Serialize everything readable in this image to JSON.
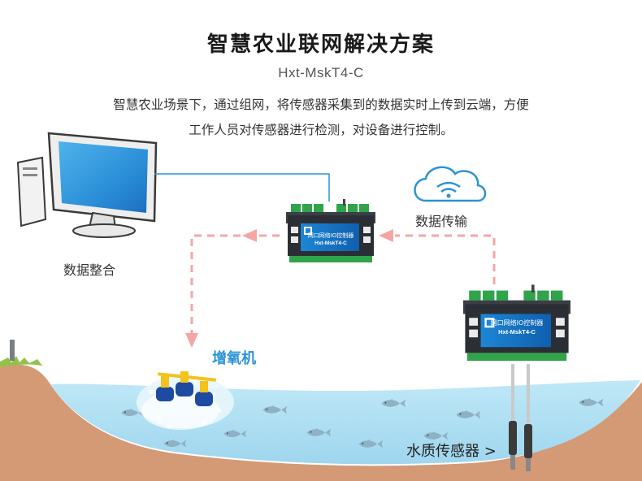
{
  "header": {
    "title": "智慧农业联网解决方案",
    "subtitle": "Hxt-MskT4-C",
    "description_line1": "智慧农业场景下，通过组网，将传感器采集到的数据实时上传到云端，方便",
    "description_line2": "工作人员对传感器进行检测，对设备进行控制。"
  },
  "labels": {
    "data_integration": "数据整合",
    "data_transfer": "数据传输",
    "aerator": "增氧机",
    "water_sensor": "水质传感器 >"
  },
  "devices": {
    "controller_name": "网口网络IO控制器",
    "controller_model": "Hxt-MskT4-C"
  },
  "colors": {
    "arrow": "#f4a6a6",
    "water": "#aee0f3",
    "ground": "#d49a75",
    "grass": "#93c24b",
    "accent_blue": "#2a93d5",
    "device_body": "#2b2f35",
    "device_panel": "#1676c8"
  }
}
